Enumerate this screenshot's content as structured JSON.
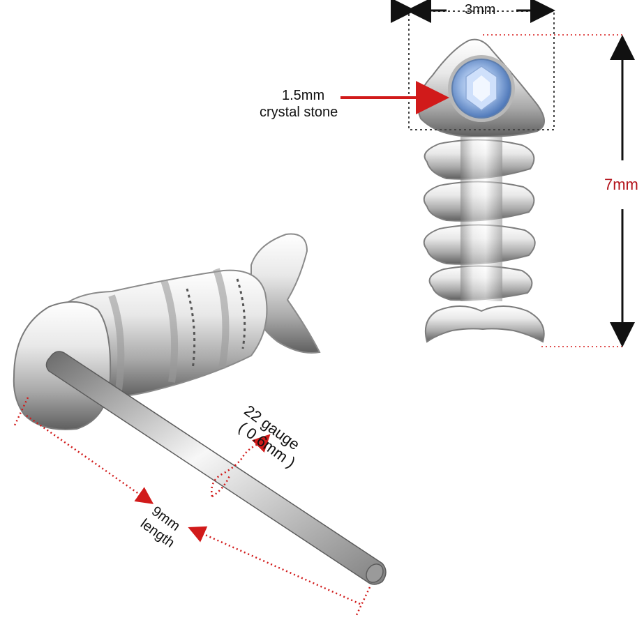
{
  "product": {
    "description": "fish bone nose stud"
  },
  "dimensions": {
    "width_label": "3mm",
    "height_label": "7mm",
    "stone_size": "1.5mm",
    "stone_type": "crystal stone",
    "gauge": "22 gauge",
    "gauge_mm": "( 0.6mm )",
    "length": "9mm",
    "length_word": "length"
  },
  "colors": {
    "background": "#ffffff",
    "metal_light": "#f4f4f4",
    "metal_mid": "#c9c9c9",
    "metal_dark": "#6d6d6d",
    "crystal": "#8fb0de",
    "accent_red": "#d11a1a",
    "guide_line": "#222222"
  }
}
